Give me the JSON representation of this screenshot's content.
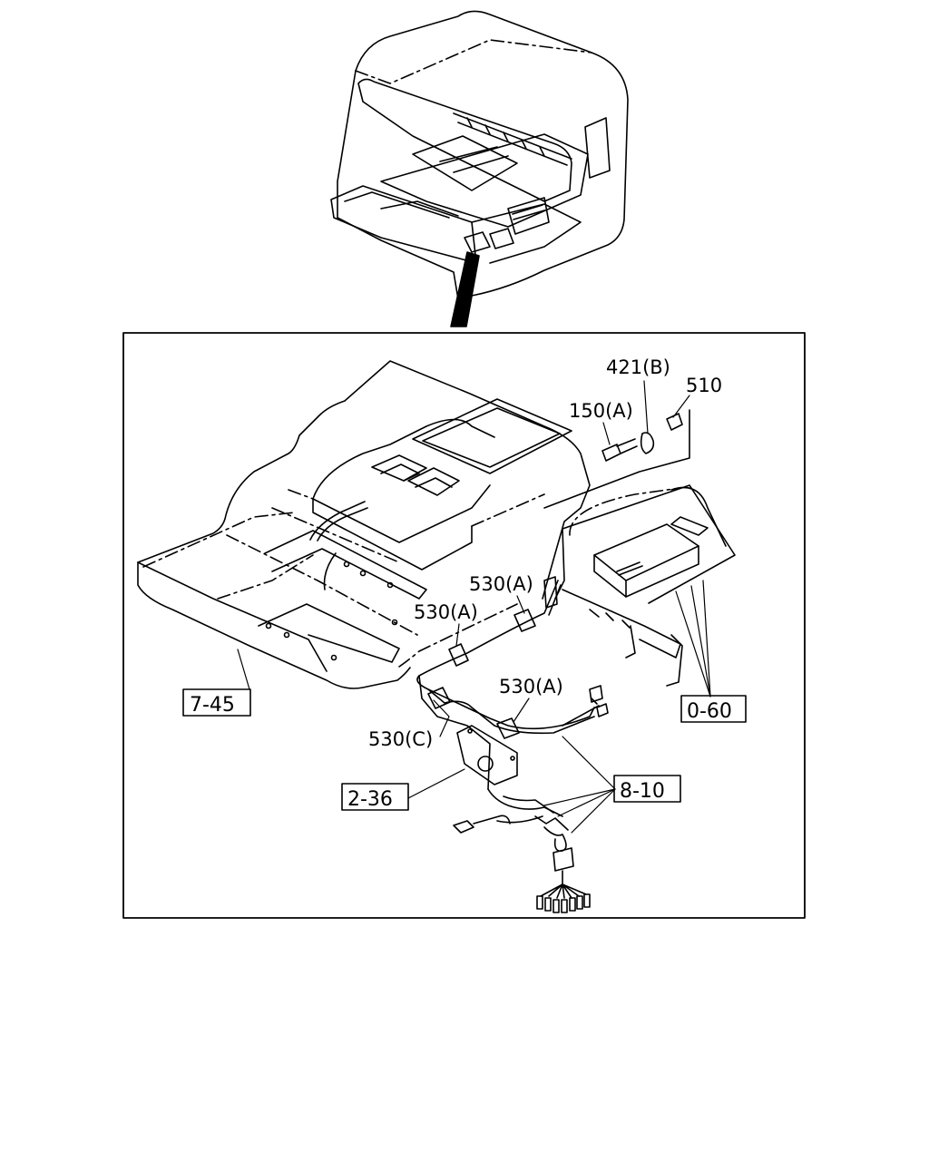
{
  "diagram": {
    "callouts": {
      "c_421b": "421(B)",
      "c_510": "510",
      "c_150a": "150(A)",
      "c_530a_1": "530(A)",
      "c_530a_2": "530(A)",
      "c_530a_3": "530(A)",
      "c_530c": "530(C)"
    },
    "references": {
      "r_745": "7-45",
      "r_060": "0-60",
      "r_236": "2-36",
      "r_810": "8-10"
    },
    "colors": {
      "line": "#000000",
      "background": "#ffffff"
    }
  }
}
